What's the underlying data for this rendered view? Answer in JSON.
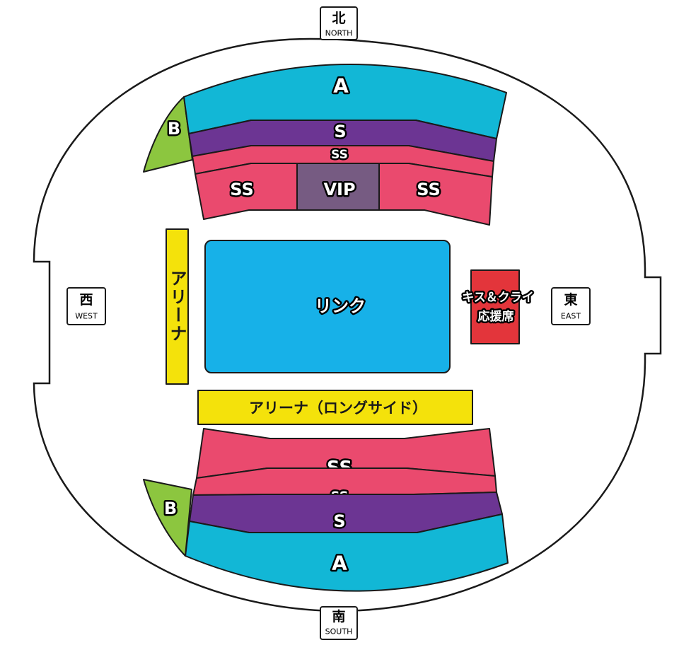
{
  "directions": {
    "north": {
      "main": "北",
      "sub": "NORTH"
    },
    "south": {
      "main": "南",
      "sub": "SOUTH"
    },
    "west": {
      "main": "西",
      "sub": "WEST"
    },
    "east": {
      "main": "東",
      "sub": "EAST"
    }
  },
  "north_stand": {
    "a": "A",
    "s": "S",
    "ss_strip": "SS",
    "ss_left": "SS",
    "vip": "VIP",
    "ss_right": "SS",
    "b": "B"
  },
  "south_stand": {
    "ss_main": "SS",
    "ss_strip": "SS",
    "s": "S",
    "a": "A",
    "b": "B"
  },
  "rink": "リンク",
  "arena_west": "アリーナ",
  "arena_long": "アリーナ（ロングサイド）",
  "kiss_cry": {
    "line1": "キス＆クライ",
    "line2": "応援席"
  },
  "colors": {
    "a": "#12b7d6",
    "s": "#6c3593",
    "ss": "#ea4a6e",
    "vip": "#765b82",
    "b": "#8cc63f",
    "rink": "#17b1e8",
    "arena": "#f4e20b",
    "kiss_cry": "#e3353b"
  }
}
